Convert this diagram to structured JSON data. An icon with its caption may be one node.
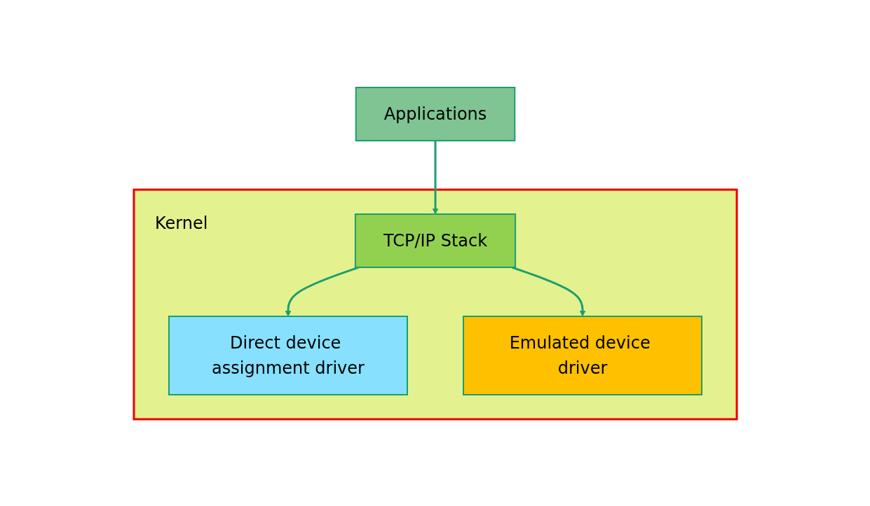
{
  "diagram": {
    "nodes": [
      {
        "text": [
          "Applications"
        ]
      },
      {
        "text": [
          "Kernel"
        ]
      },
      {
        "text": [
          "TCP/IP Stack"
        ],
        "in": 1
      },
      {
        "text": [
          "Direct device assignment driver"
        ],
        "in": 1
      },
      {
        "text": [
          "Emulated device driver"
        ],
        "in": 1
      }
    ],
    "edges": [
      {
        "from": 0,
        "to": 2,
        "arrow": "to"
      },
      {
        "from": 2,
        "to": 3,
        "arrow": "to"
      },
      {
        "from": 2,
        "to": 4,
        "arrow": "to"
      }
    ]
  }
}
